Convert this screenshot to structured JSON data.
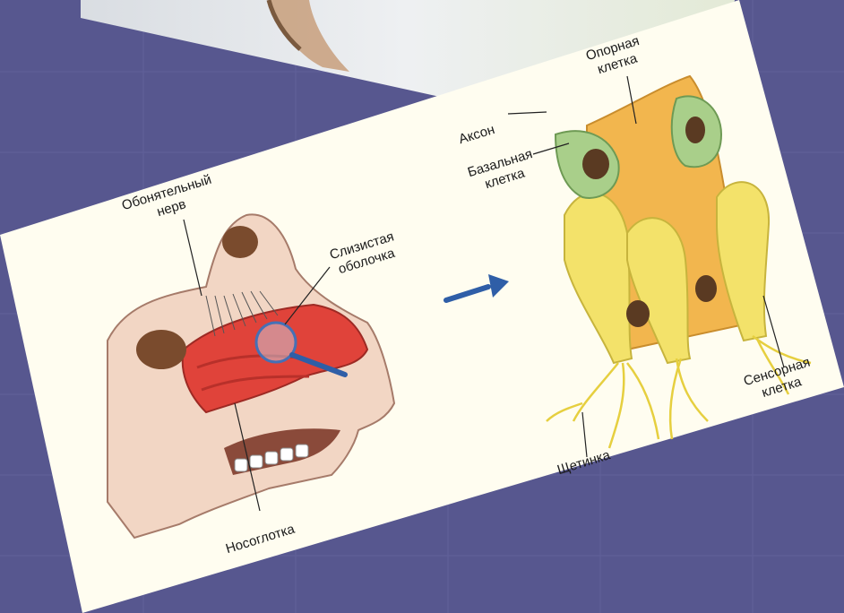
{
  "left_diagram": {
    "olfactory_nerve": "Обонятельный\nнерв",
    "mucosa": "Слизистая\nоболочка",
    "nasopharynx": "Носоглотка"
  },
  "right_diagram": {
    "axon": "Аксон",
    "supporting_cell": "Опорная\nклетка",
    "basal_cell": "Базальная\nклетка",
    "sensory_cell": "Сенсорная\nклетка",
    "bristle": "Щетинка"
  },
  "colors": {
    "background": "#57578f",
    "card": "#fffdf0",
    "mucosa_red": "#e0433a",
    "supporting_orange": "#f2b64e",
    "sensory_yellow": "#f3e26a",
    "basal_green": "#a9cf8a",
    "arrow_blue": "#2f5ea7"
  }
}
